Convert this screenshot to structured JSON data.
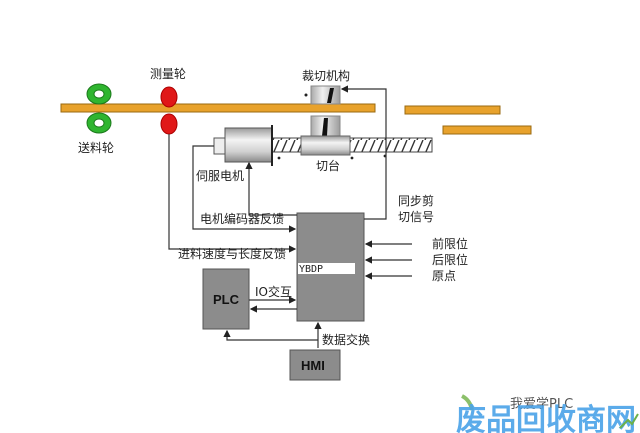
{
  "diagram": {
    "labels": {
      "feed_roller": "送料轮",
      "measuring_wheel": "测量轮",
      "cutting_mechanism": "裁切机构",
      "servo_motor": "伺服电机",
      "cutting_table": "切台",
      "encoder_feedback": "电机编码器反馈",
      "speed_length_feedback": "进料速度与长度反馈",
      "sync_cut_signal_line1": "同步剪",
      "sync_cut_signal_line2": "切信号",
      "front_limit": "前限位",
      "rear_limit": "后限位",
      "origin": "原点",
      "io_interaction": "IO交互",
      "data_exchange": "数据交换"
    },
    "blocks": {
      "controller": "YBDP",
      "plc": "PLC",
      "hmi": "HMI"
    },
    "colors": {
      "material_bar": "#e8a22c",
      "feed_roller": "#2fb52f",
      "measuring_wheel": "#e01818",
      "block_fill": "#8c8c8c",
      "line": "#333333"
    }
  },
  "watermark": {
    "account": "我爱学PLC",
    "site": "废品回收商网"
  }
}
